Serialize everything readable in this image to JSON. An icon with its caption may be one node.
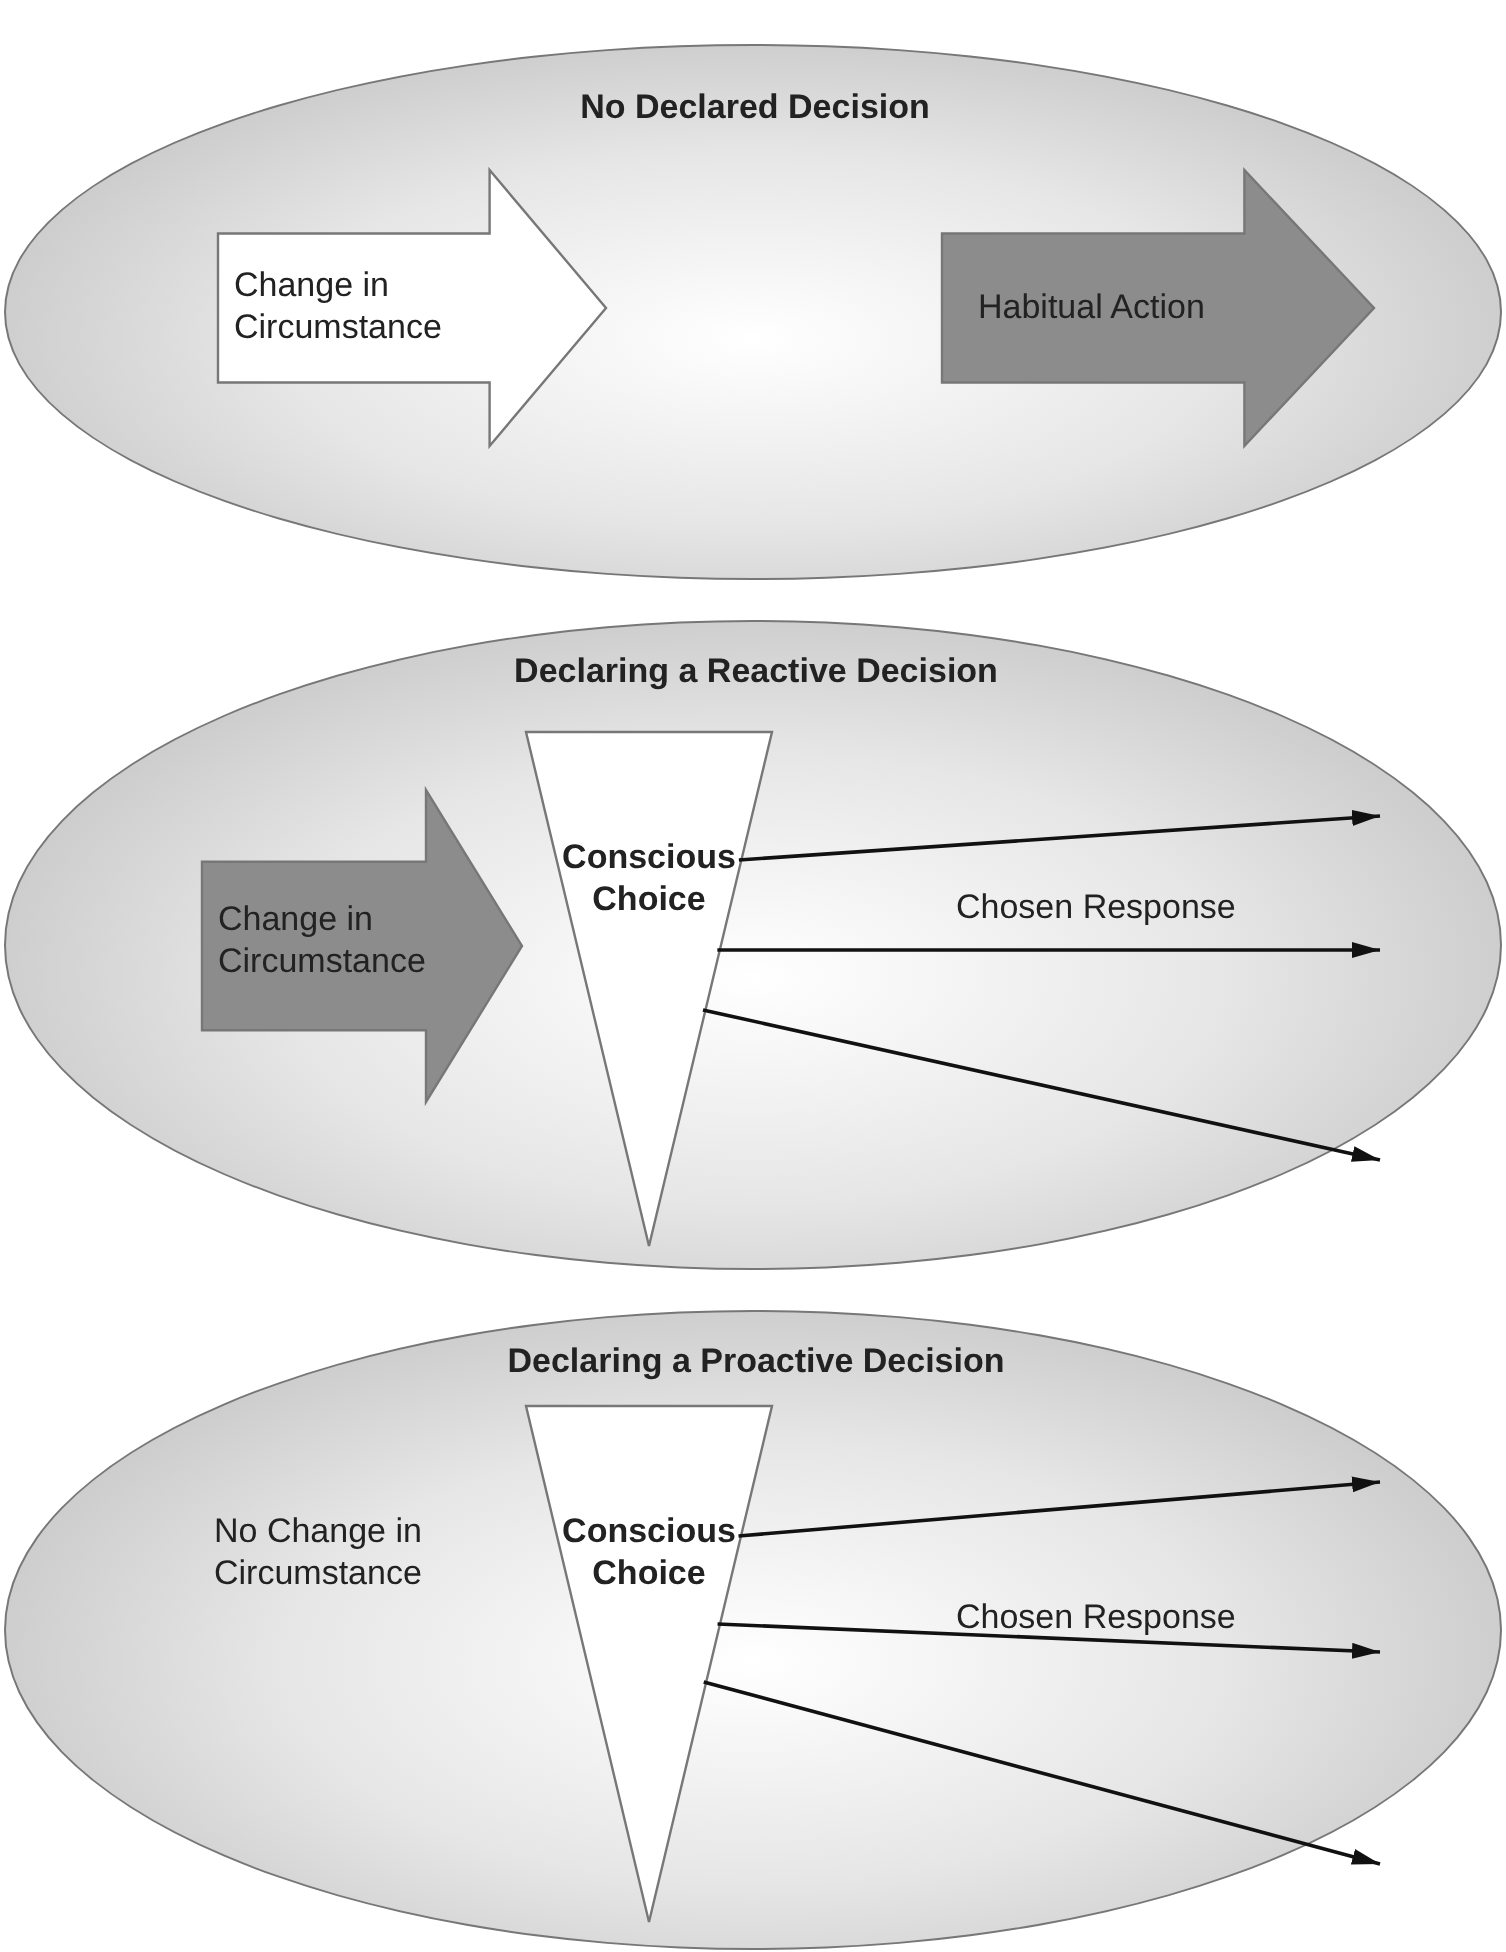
{
  "diagram": {
    "nodes": [
      {
        "text": [
          "No Declared Decision"
        ]
      },
      {
        "text": [
          "Change in Circumstance"
        ],
        "in": 0
      },
      {
        "text": [
          "Habitual Action"
        ],
        "in": 0
      },
      {
        "text": [
          "Declaring a Reactive Decision"
        ]
      },
      {
        "text": [
          "Change in Circumstance"
        ],
        "in": 3
      },
      {
        "text": [
          "Conscious Choice"
        ],
        "in": 3
      },
      {
        "text": [
          "Declaring a Proactive Decision"
        ]
      },
      {
        "text": [
          "No Change in Circumstance"
        ],
        "in": 6
      },
      {
        "text": [
          "Conscious Choice"
        ],
        "in": 6
      }
    ],
    "edges": [
      {
        "from": 5,
        "to": null,
        "arrow": "to"
      },
      {
        "from": 5,
        "to": null,
        "arrow": "to",
        "label": "Chosen Response"
      },
      {
        "from": 5,
        "to": null,
        "arrow": "to"
      },
      {
        "from": 8,
        "to": null,
        "arrow": "to"
      },
      {
        "from": 8,
        "to": null,
        "arrow": "to",
        "label": "Chosen Response"
      },
      {
        "from": 8,
        "to": null,
        "arrow": "to"
      }
    ]
  }
}
